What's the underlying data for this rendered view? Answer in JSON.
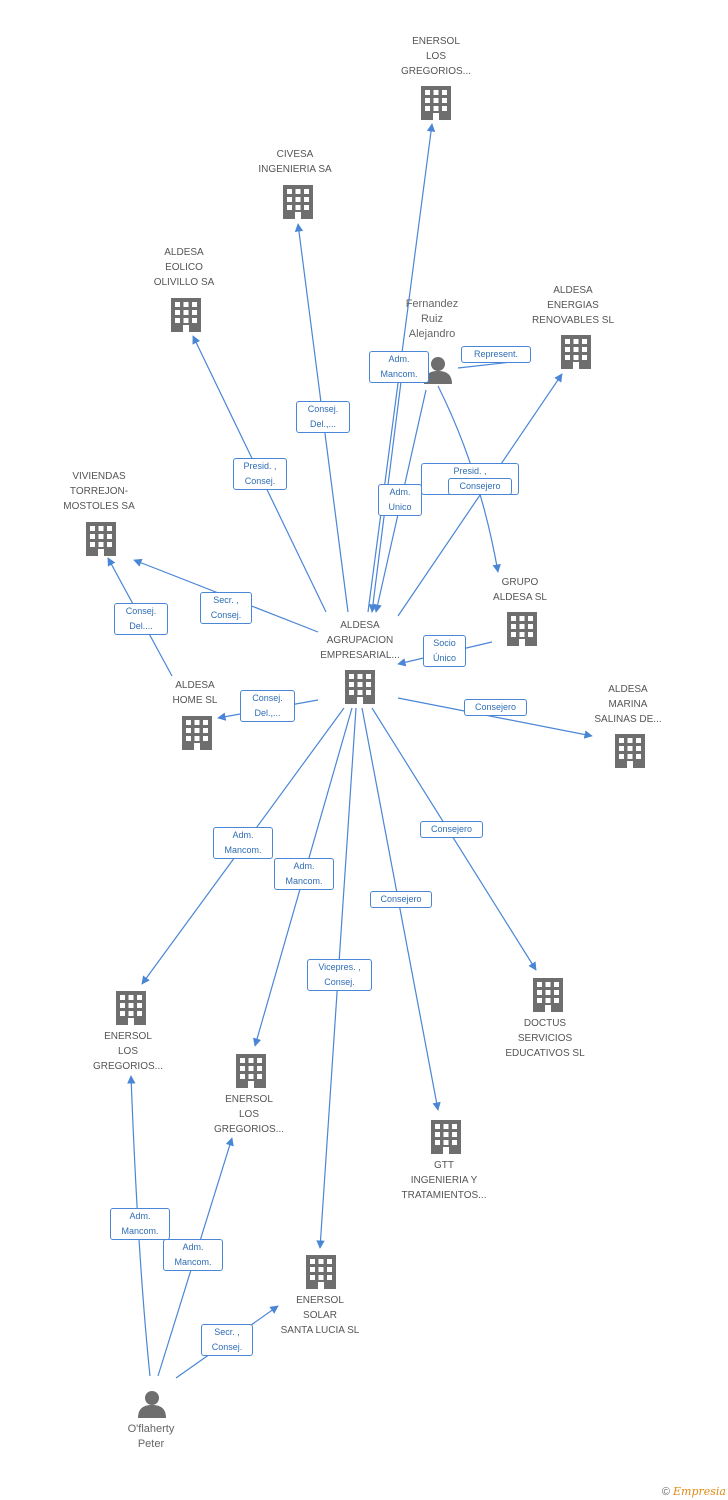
{
  "colors": {
    "edge": "#4a86d6",
    "icon": "#6e6e6e",
    "label": "#555555"
  },
  "footer": {
    "copyright": "©",
    "brand": "Empresia"
  },
  "nodes": [
    {
      "id": "aldesa_agrupacion",
      "type": "company",
      "label": "ALDESA\nAGRUPACION\nEMPRESARIAL..."
    },
    {
      "id": "enersol_top",
      "type": "company",
      "label": "ENERSOL\nLOS\nGREGORIOS..."
    },
    {
      "id": "civesa",
      "type": "company",
      "label": "CIVESA\nINGENIERIA SA"
    },
    {
      "id": "aldesa_eolico",
      "type": "company",
      "label": "ALDESA\nEOLICO\nOLIVILLO SA"
    },
    {
      "id": "fernandez",
      "type": "person",
      "label": "Fernandez\nRuiz\nAlejandro"
    },
    {
      "id": "aldesa_energias",
      "type": "company",
      "label": "ALDESA\nENERGIAS\nRENOVABLES SL"
    },
    {
      "id": "viviendas",
      "type": "company",
      "label": "VIVIENDAS\nTORREJON-\nMOSTOLES SA"
    },
    {
      "id": "grupo_aldesa",
      "type": "company",
      "label": "GRUPO\nALDESA SL"
    },
    {
      "id": "aldesa_home",
      "type": "company",
      "label": "ALDESA\nHOME SL"
    },
    {
      "id": "aldesa_marina",
      "type": "company",
      "label": "ALDESA\nMARINA\nSALINAS DE..."
    },
    {
      "id": "enersol_left",
      "type": "company",
      "label": "ENERSOL\nLOS\nGREGORIOS..."
    },
    {
      "id": "enersol_mid",
      "type": "company",
      "label": "ENERSOL\nLOS\nGREGORIOS..."
    },
    {
      "id": "doctus",
      "type": "company",
      "label": "DOCTUS\nSERVICIOS\nEDUCATIVOS SL"
    },
    {
      "id": "gtt",
      "type": "company",
      "label": "GTT\nINGENIERIA Y\nTRATAMIENTOS..."
    },
    {
      "id": "enersol_solar",
      "type": "company",
      "label": "ENERSOL\nSOLAR\nSANTA LUCIA SL"
    },
    {
      "id": "oflaherty",
      "type": "person",
      "label": "O'flaherty\nPeter"
    }
  ],
  "edges": [
    {
      "id": "e_enersol_top",
      "label": "Adm.\nMancom."
    },
    {
      "id": "e_civesa",
      "label": "Consej.\nDel.,..."
    },
    {
      "id": "e_eolico",
      "label": "Presid. ,\nConsej."
    },
    {
      "id": "e_fern_repres",
      "label": "Represent."
    },
    {
      "id": "e_fern_presid",
      "label": "Presid. ,\nConsej."
    },
    {
      "id": "e_energias",
      "label": "Consejero"
    },
    {
      "id": "e_fern_unico",
      "label": "Adm.\nUnico"
    },
    {
      "id": "e_viviendas_secr",
      "label": "Secr. ,\nConsej."
    },
    {
      "id": "e_viviendas_consej",
      "label": "Consej.\nDel...."
    },
    {
      "id": "e_grupo_socio",
      "label": "Socio\nÚnico"
    },
    {
      "id": "e_home",
      "label": "Consej.\nDel.,..."
    },
    {
      "id": "e_marina",
      "label": "Consejero"
    },
    {
      "id": "e_enersol_left",
      "label": "Adm.\nMancom."
    },
    {
      "id": "e_enersol_mid",
      "label": "Adm.\nMancom."
    },
    {
      "id": "e_doctus",
      "label": "Consejero"
    },
    {
      "id": "e_gtt",
      "label": "Consejero"
    },
    {
      "id": "e_solar",
      "label": "Vicepres. ,\nConsej."
    },
    {
      "id": "e_ofl_left",
      "label": "Adm.\nMancom."
    },
    {
      "id": "e_ofl_mid",
      "label": "Adm.\nMancom."
    },
    {
      "id": "e_ofl_solar",
      "label": "Secr. ,\nConsej."
    }
  ]
}
